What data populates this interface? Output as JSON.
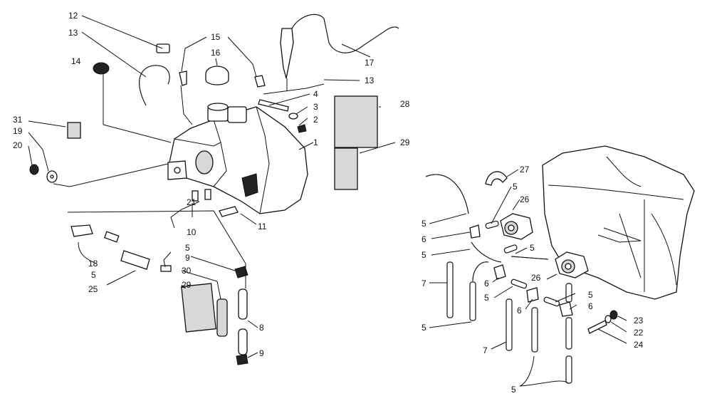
{
  "diagram": {
    "callouts": {
      "c1": "1",
      "c2": "2",
      "c3": "3",
      "c4": "4",
      "c5a": "5",
      "c5b": "5",
      "c8": "8",
      "c9a": "9",
      "c9b": "9",
      "c10": "10",
      "c11": "11",
      "c12": "12",
      "c13a": "13",
      "c13b": "13",
      "c14": "14",
      "c15": "15",
      "c16": "16",
      "c17": "17",
      "c18": "18",
      "c19": "19",
      "c20": "20",
      "c21": "21",
      "c25": "25",
      "c28": "28",
      "c29a": "29",
      "c29b": "29",
      "c30": "30",
      "c31": "31",
      "r27": "27",
      "r26a": "26",
      "r26b": "26",
      "r5a": "5",
      "r5b": "5",
      "r5c": "5",
      "r5d": "5",
      "r5e": "5",
      "r5f": "5",
      "r5g": "5",
      "r6a": "6",
      "r6b": "6",
      "r6c": "6",
      "r6d": "6",
      "r7a": "7",
      "r7b": "7",
      "r23": "23",
      "r22": "22",
      "r24": "24"
    }
  }
}
